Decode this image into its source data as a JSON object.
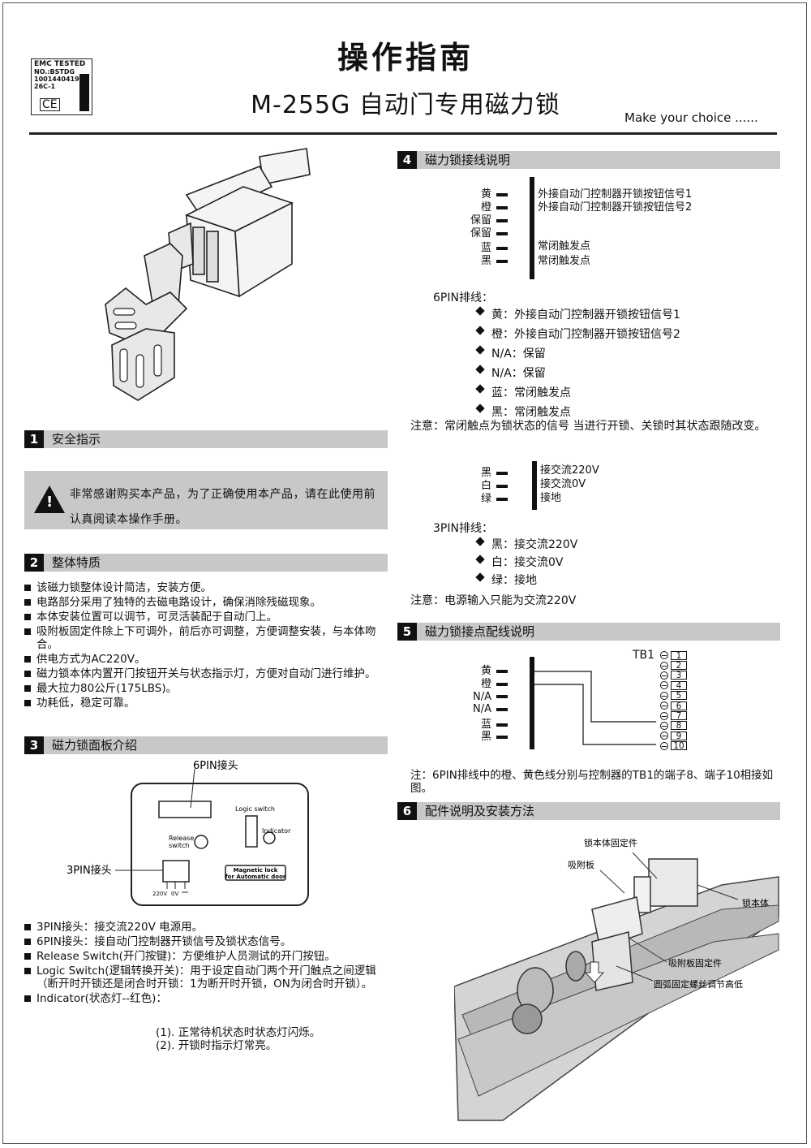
{
  "header": {
    "title": "操作指南",
    "subtitle": "M-255G 自动门专用磁力锁",
    "tagline": "Make  your choice ......",
    "emc": {
      "line1": "EMC TESTED",
      "line2": "NO.:BSTDG",
      "line3": "1001440419",
      "line4": "26C-1",
      "mark": "CE"
    }
  },
  "sections": {
    "s1": {
      "num": "1",
      "title": "安全指示",
      "warning": "非常感谢购买本产品，为了正确使用本产品，请在此使用前认真阅读本操作手册。"
    },
    "s2": {
      "num": "2",
      "title": "整体特质",
      "items": [
        "该磁力锁整体设计简洁，安装方便。",
        "电路部分采用了独特的去磁电路设计，确保消除残磁现象。",
        "本体安装位置可以调节，可灵活装配于自动门上。",
        "吸附板固定件除上下可调外，前后亦可调整，方便调整安装，与本体吻合。",
        "供电方式为AC220V。",
        "磁力锁本体内置开门按钮开关与状态指示灯，方便对自动门进行维护。",
        "最大拉力80公斤(175LBS)。",
        "功耗低，稳定可靠。"
      ]
    },
    "s3": {
      "num": "3",
      "title": "磁力锁面板介绍",
      "panel": {
        "pin6": "6PIN接头",
        "pin3": "3PIN接头",
        "logic": "Logic switch",
        "indicator": "Indicator",
        "release1": "Release",
        "release2": "switch",
        "mag1": "Magnetic lock",
        "mag2": "for Automatic door",
        "v220": "220V",
        "v0": "0V"
      },
      "items": [
        "3PIN接头：接交流220V 电源用。",
        "6PIN接头：接自动门控制器开锁信号及锁状态信号。",
        "Release Switch(开门按键)：方便维护人员测试的开门按钮。",
        "Logic Switch(逻辑转换开关)：用于设定自动门两个开门触点之间逻辑（断开时开锁还是闭合时开锁：1为断开时开锁，ON为闭合时开锁）。",
        "Indicator(状态灯--红色)："
      ],
      "indicator_sub": [
        "(1). 正常待机状态时状态灯闪烁。",
        "(2). 开锁时指示灯常亮。"
      ]
    },
    "s4": {
      "num": "4",
      "title": "磁力锁接线说明",
      "wires6": [
        {
          "color": "黄",
          "desc": "外接自动门控制器开锁按钮信号1"
        },
        {
          "color": "橙",
          "desc": "外接自动门控制器开锁按钮信号2"
        },
        {
          "color": "保留",
          "desc": ""
        },
        {
          "color": "保留",
          "desc": ""
        },
        {
          "color": "蓝",
          "desc": "常闭触发点"
        },
        {
          "color": "黑",
          "desc": "常闭触发点"
        }
      ],
      "pin6_title": "6PIN排线：",
      "pin6_list": [
        "黄：外接自动门控制器开锁按钮信号1",
        "橙：外接自动门控制器开锁按钮信号2",
        "N/A：保留",
        "N/A：保留",
        "蓝：常闭触发点",
        "黑：常闭触发点"
      ],
      "note1": "注意：常闭触点为锁状态的信号     当进行开锁、关锁时其状态跟随改变。",
      "wires3": [
        {
          "color": "黑",
          "desc": "接交流220V"
        },
        {
          "color": "白",
          "desc": "接交流0V"
        },
        {
          "color": "绿",
          "desc": "接地"
        }
      ],
      "pin3_title": "3PIN排线：",
      "pin3_list": [
        "黑：接交流220V",
        "白：接交流0V",
        "绿：接地"
      ],
      "note2": "注意：电源输入只能为交流220V"
    },
    "s5": {
      "num": "5",
      "title": "磁力锁接点配线说明",
      "tb": "TB1",
      "terminals": [
        "1",
        "2",
        "3",
        "4",
        "5",
        "6",
        "7",
        "8",
        "9",
        "10"
      ],
      "wires": [
        "黄",
        "橙",
        "N/A",
        "N/A",
        "蓝",
        "黑"
      ],
      "note": "注：6PIN排线中的橙、黄色线分别与控制器的TB1的端子8、端子10相接如图。"
    },
    "s6": {
      "num": "6",
      "title": "配件说明及安装方法",
      "labels": {
        "body_fix": "锁本体固定件",
        "plate": "吸附板",
        "body": "锁本体",
        "plate_fix": "吸附板固定件",
        "screw": "圆弧固定螺丝调节高低"
      }
    }
  }
}
